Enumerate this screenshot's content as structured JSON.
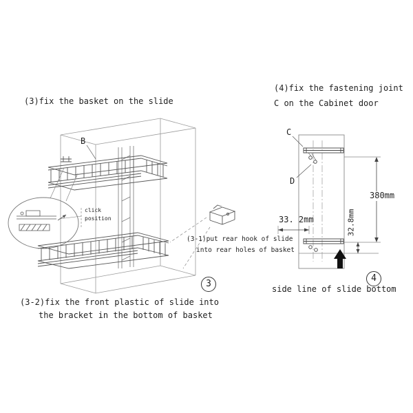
{
  "figure3": {
    "title": "(3)fix the basket on the slide",
    "label_b": "B",
    "click_line1": "click",
    "click_line2": "position",
    "note_line1": "(3-1)put rear hook of slide",
    "note_line2": "into rear holes of basket",
    "step_badge": "3",
    "caption_line1": "(3-2)fix the front plastic of slide into",
    "caption_line2": "the bracket in the bottom of basket"
  },
  "figure4": {
    "title_line1": "(4)fix the fastening joint",
    "title_line2": "C on the Cabinet door",
    "label_c": "C",
    "label_d": "D",
    "dim_height": "380mm",
    "dim_offset": "33. 2mm",
    "dim_bottom": "32.8mm",
    "step_badge": "4",
    "caption": "side line of slide bottom"
  },
  "colors": {
    "background": "#ffffff",
    "line": "#555555",
    "light_line": "#999999",
    "dim_line": "#444444",
    "text": "#1f1f1f",
    "solid_arrow": "#111111"
  }
}
